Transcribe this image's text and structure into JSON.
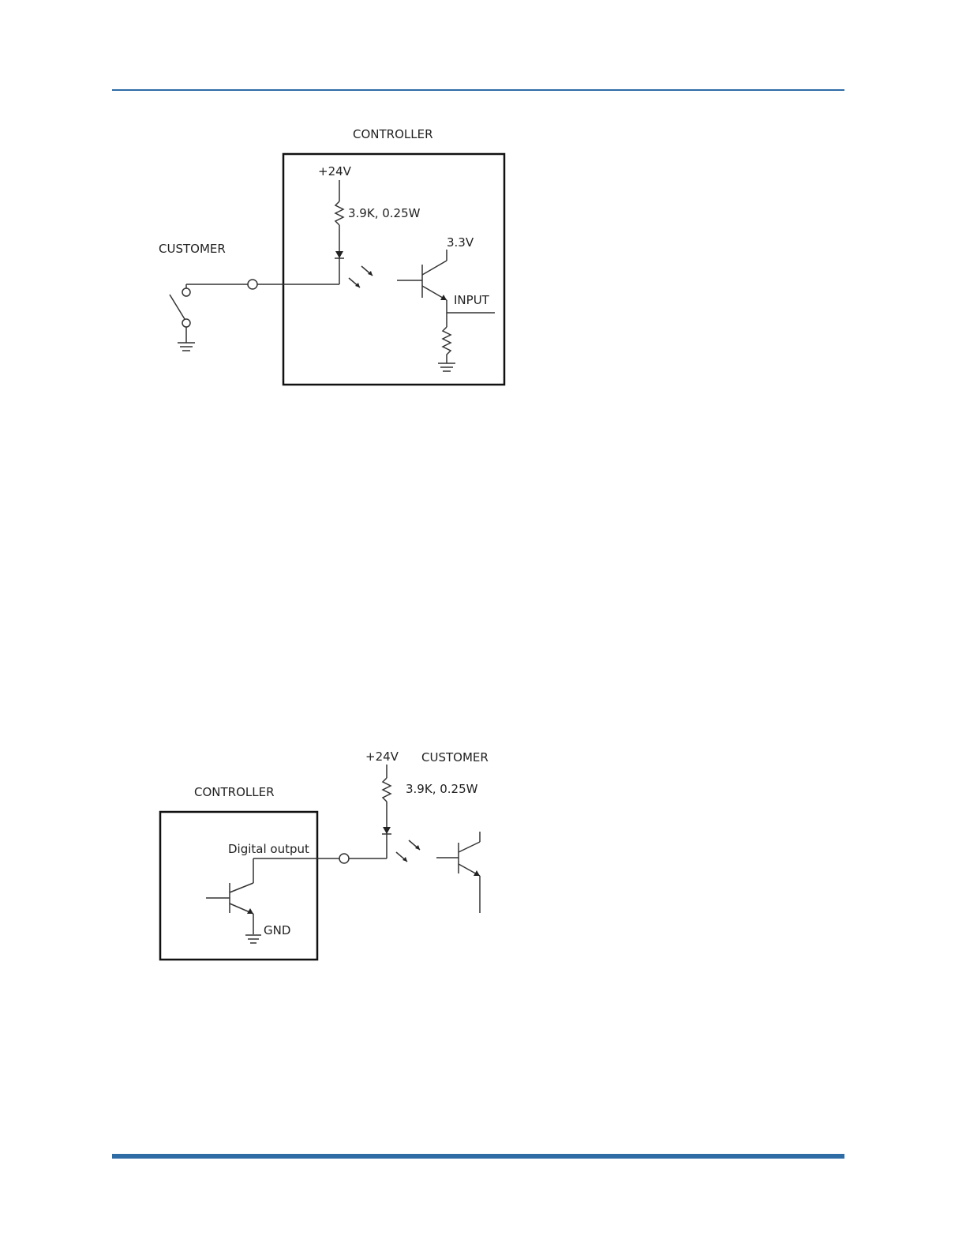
{
  "colors": {
    "accent": "#2e6ca6",
    "ink": "#222222"
  },
  "input_diagram": {
    "controller_label": "CONTROLLER",
    "customer_label": "CUSTOMER",
    "supply_label": "+24V",
    "resistor_label": "3.9K, 0.25W",
    "logic_supply_label": "3.3V",
    "input_label": "INPUT"
  },
  "output_diagram": {
    "supply_label": "+24V",
    "customer_label": "CUSTOMER",
    "resistor_label": "3.9K, 0.25W",
    "controller_label": "CONTROLLER",
    "output_label": "Digital output",
    "ground_label": "GND"
  }
}
